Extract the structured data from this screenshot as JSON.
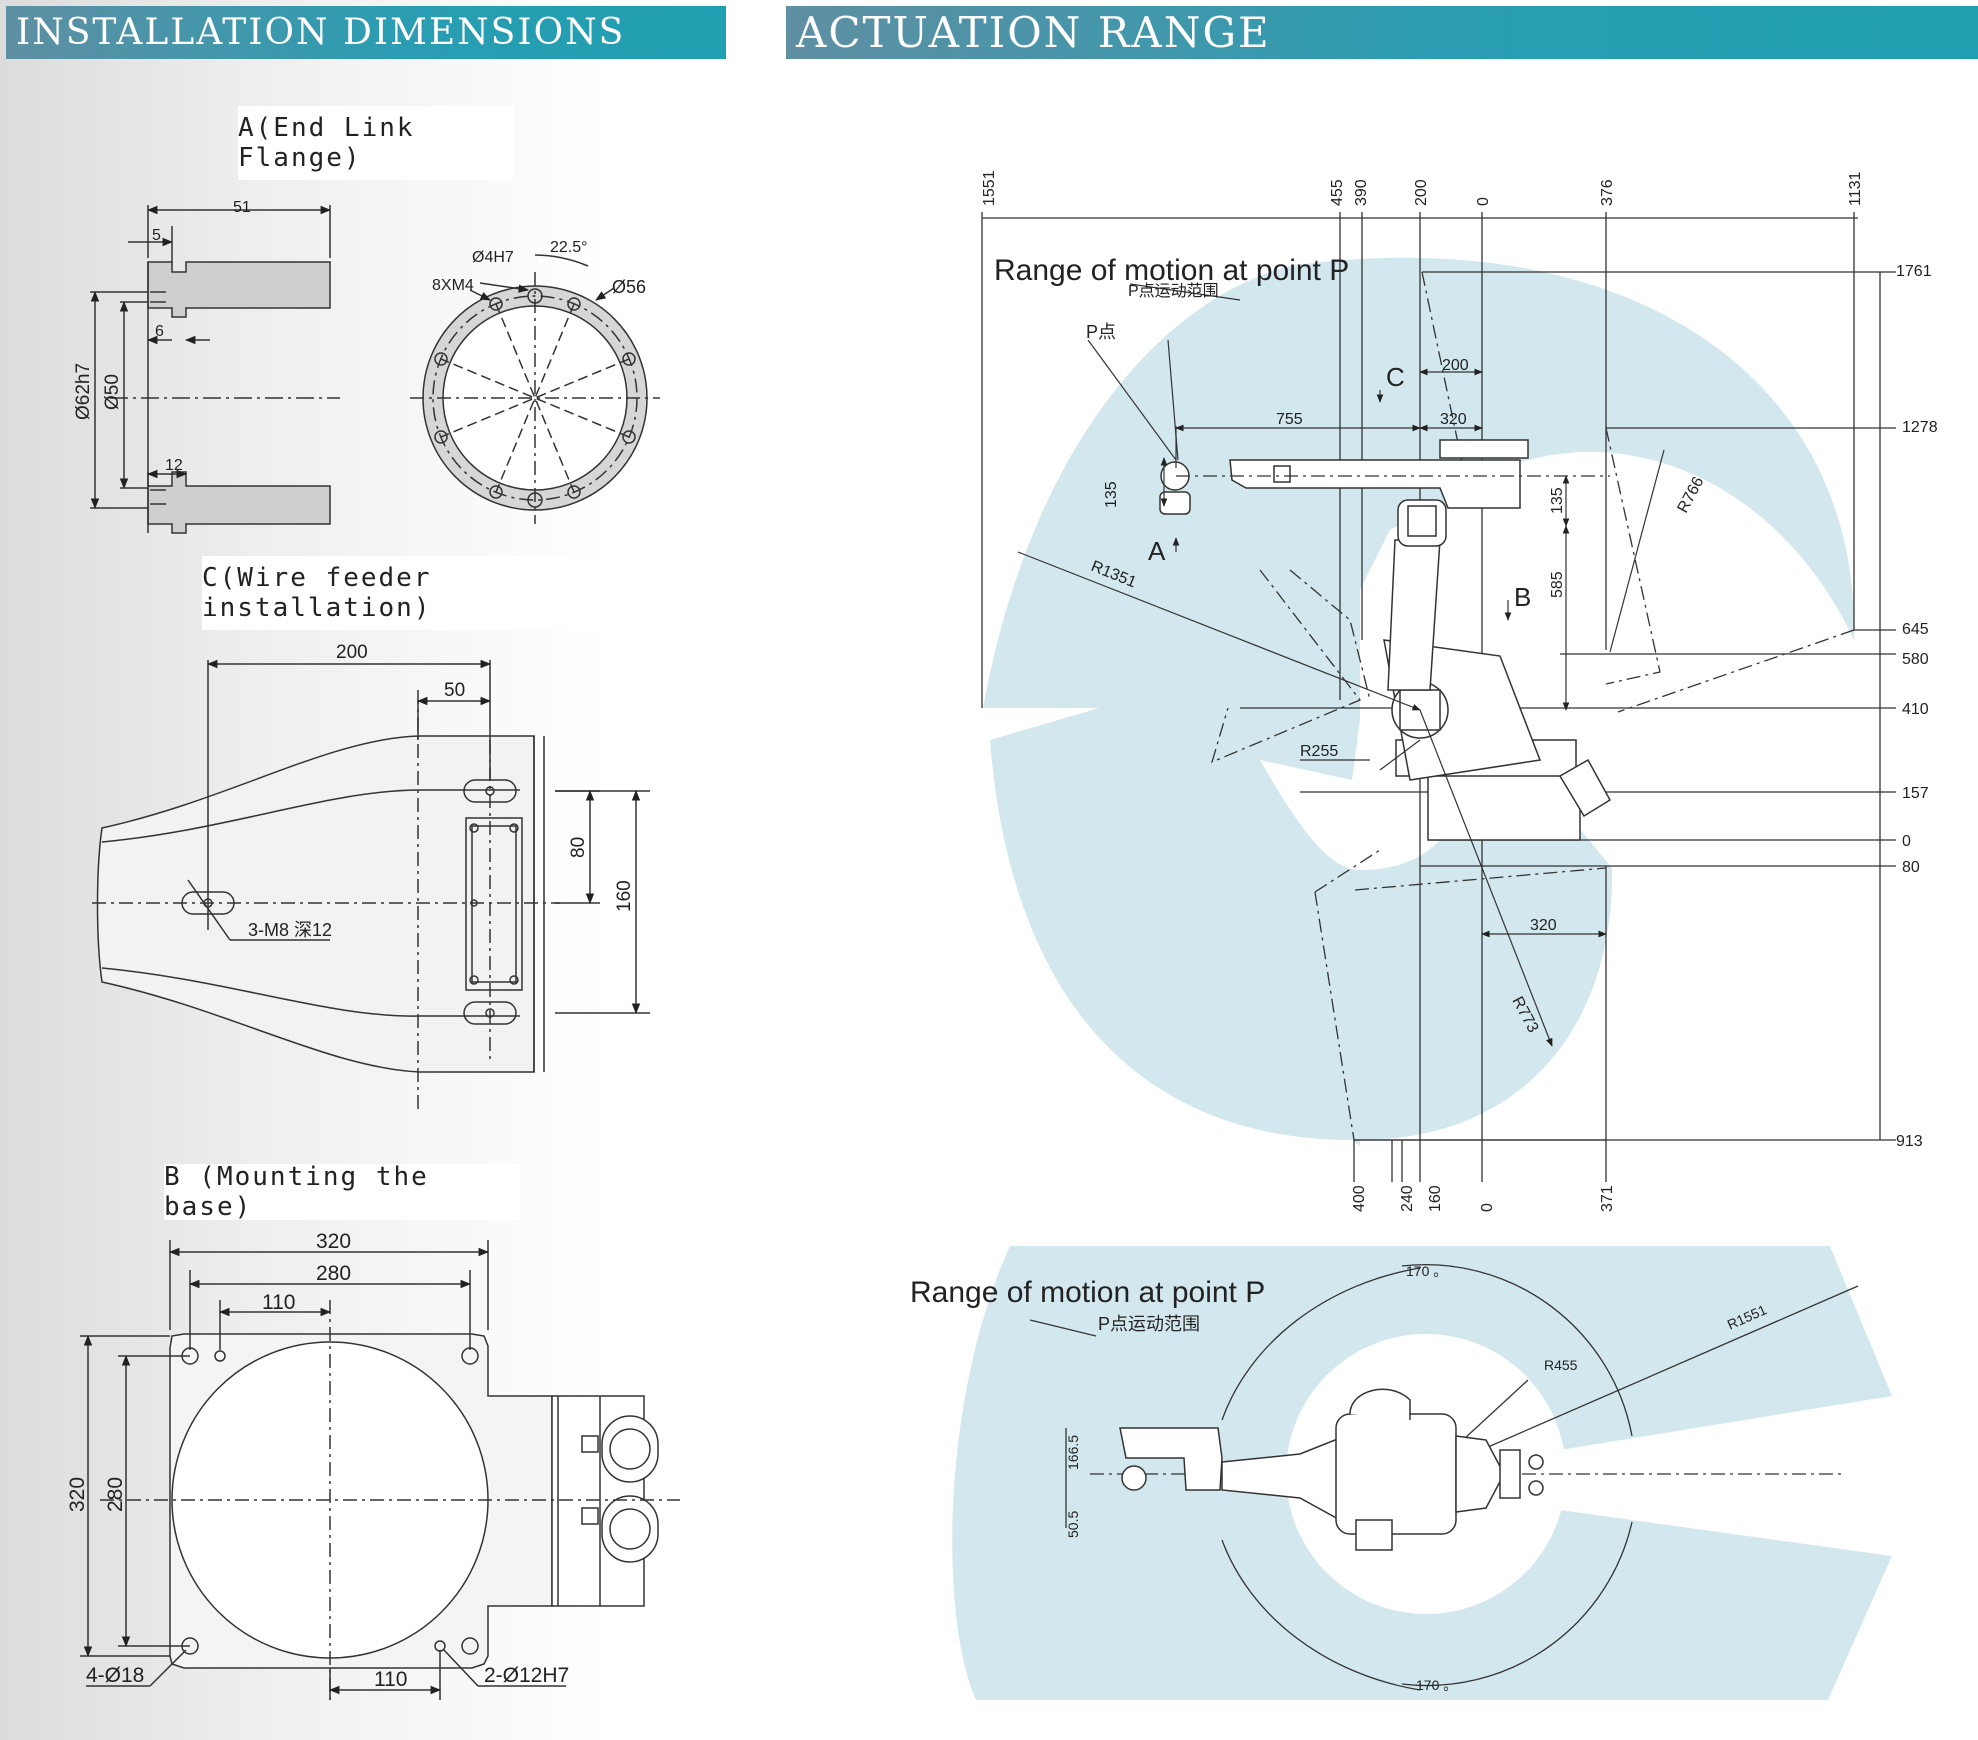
{
  "headers": {
    "installation_dimensions": "INSTALLATION DIMENSIONS",
    "actuation_range": "ACTUATION RANGE"
  },
  "section_labels": {
    "end_link_flange": "A(End Link Flange)",
    "wire_feeder": "C(Wire feeder installation)",
    "mounting_base": "B (Mounting the base)"
  },
  "flange_dims": {
    "d51": "51",
    "d5": "5",
    "d6": "6",
    "d12": "12",
    "d62h7": "Ø62h7",
    "d50": "Ø50",
    "d4h7": "Ø4H7",
    "a22_5": "22.5°",
    "m4": "8XM4",
    "d56": "Ø56"
  },
  "wire_feeder_dims": {
    "d200": "200",
    "d50": "50",
    "d80": "80",
    "d160": "160",
    "thread": "3-M8 深12"
  },
  "base_dims": {
    "d320w": "320",
    "d280w": "280",
    "d110t": "110",
    "d320h": "320",
    "d280h": "280",
    "holes": "4-Ø18",
    "d110b": "110",
    "pins": "2-Ø12H7"
  },
  "side_view": {
    "title": "Range of motion at point P",
    "subtitle": "P点运动范围",
    "p_point": "P点",
    "top_ticks": [
      "1551",
      "455",
      "390",
      "200",
      "0",
      "376",
      "1131"
    ],
    "right_ticks": [
      "1761",
      "1278",
      "645",
      "580",
      "410",
      "157",
      "0",
      "80",
      "913"
    ],
    "bottom_ticks": [
      "400",
      "240",
      "160",
      "0",
      "371"
    ],
    "marker_a": "A",
    "marker_b": "B",
    "marker_c": "C",
    "d200": "200",
    "d755": "755",
    "d320": "320",
    "d135a": "135",
    "d135b": "135",
    "d585": "585",
    "d320b": "320",
    "r766": "R766",
    "r1351": "R1351",
    "r255": "R255",
    "r773": "R773",
    "region_color": "#d3e8ee"
  },
  "top_view": {
    "title": "Range of motion at point P",
    "subtitle": "P点运动范围",
    "a170_top": "170 。",
    "a170_bottom": "170 。",
    "r1551": "R1551",
    "r455": "R455",
    "d166_5": "166.5",
    "d50_5": "50.5"
  }
}
